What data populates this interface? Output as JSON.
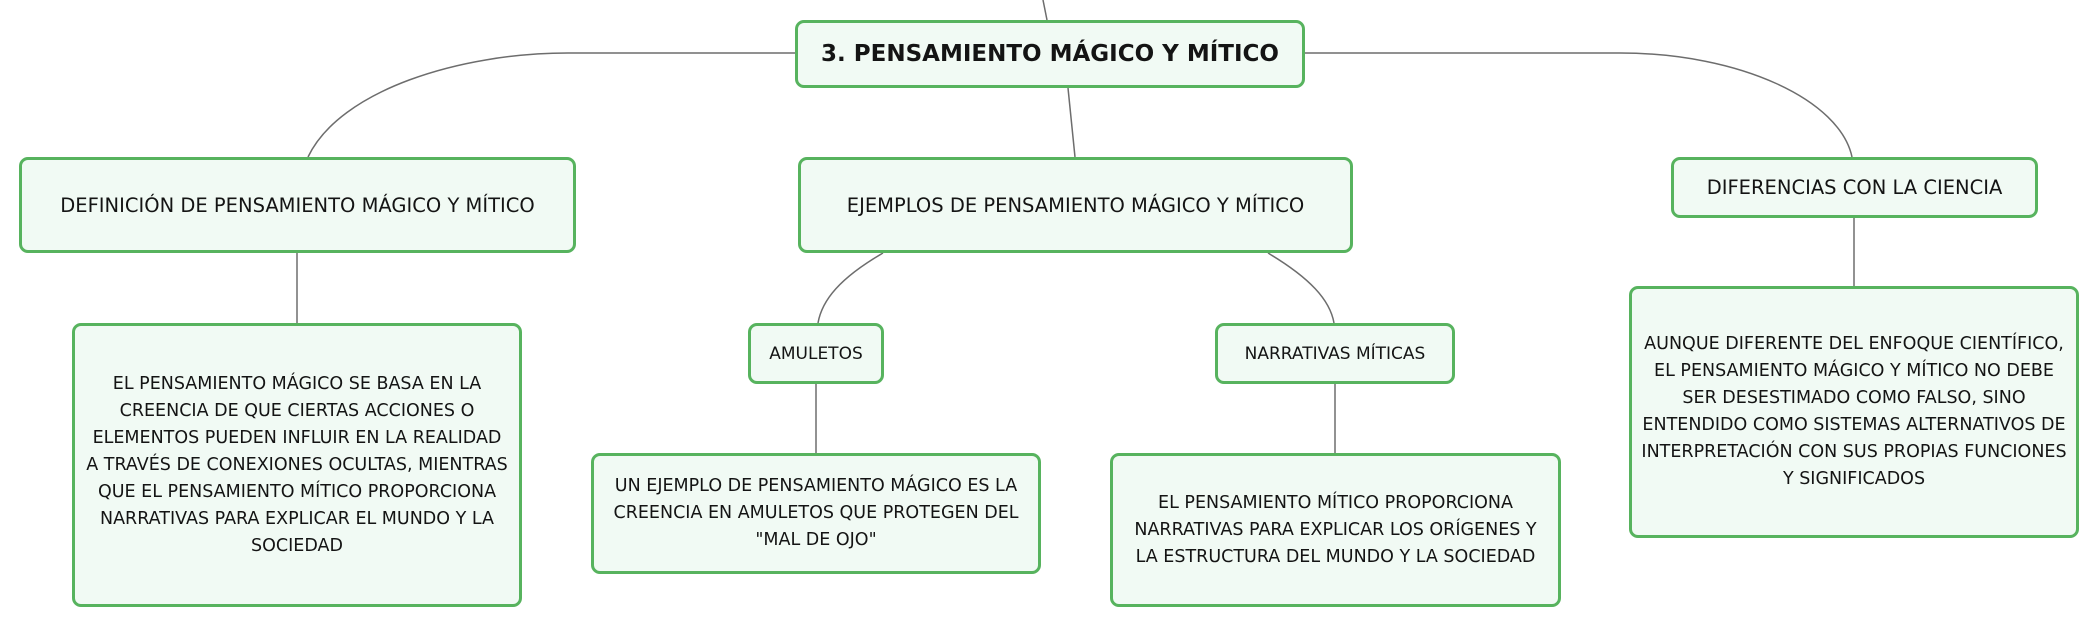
{
  "colors": {
    "node_border": "#57b35e",
    "node_fill": "#f1faf4",
    "connector": "#6d6d6d",
    "text": "#141414"
  },
  "map": {
    "root": "3. PENSAMIENTO MÁGICO Y MÍTICO",
    "definicion": {
      "title": "DEFINICIÓN DE PENSAMIENTO MÁGICO Y MÍTICO",
      "detail": "EL PENSAMIENTO MÁGICO SE BASA EN LA CREENCIA DE QUE CIERTAS ACCIONES O ELEMENTOS PUEDEN INFLUIR EN LA REALIDAD A TRAVÉS DE CONEXIONES OCULTAS, MIENTRAS QUE EL PENSAMIENTO MÍTICO PROPORCIONA NARRATIVAS PARA EXPLICAR EL MUNDO Y LA SOCIEDAD"
    },
    "ejemplos": {
      "title": "EJEMPLOS DE PENSAMIENTO MÁGICO Y MÍTICO",
      "amuletos": {
        "title": "AMULETOS",
        "detail": "UN EJEMPLO DE PENSAMIENTO MÁGICO ES LA CREENCIA EN AMULETOS QUE PROTEGEN DEL \"MAL DE OJO\""
      },
      "narrativas": {
        "title": "NARRATIVAS MÍTICAS",
        "detail": "EL PENSAMIENTO MÍTICO PROPORCIONA NARRATIVAS PARA EXPLICAR LOS ORÍGENES Y LA ESTRUCTURA DEL MUNDO Y LA SOCIEDAD"
      }
    },
    "diferencias": {
      "title": "DIFERENCIAS CON LA CIENCIA",
      "detail": "AUNQUE DIFERENTE DEL ENFOQUE CIENTÍFICO, EL PENSAMIENTO MÁGICO Y MÍTICO NO DEBE SER DESESTIMADO COMO FALSO, SINO ENTENDIDO COMO SISTEMAS ALTERNATIVOS DE INTERPRETACIÓN CON SUS PROPIAS FUNCIONES Y SIGNIFICADOS"
    }
  }
}
